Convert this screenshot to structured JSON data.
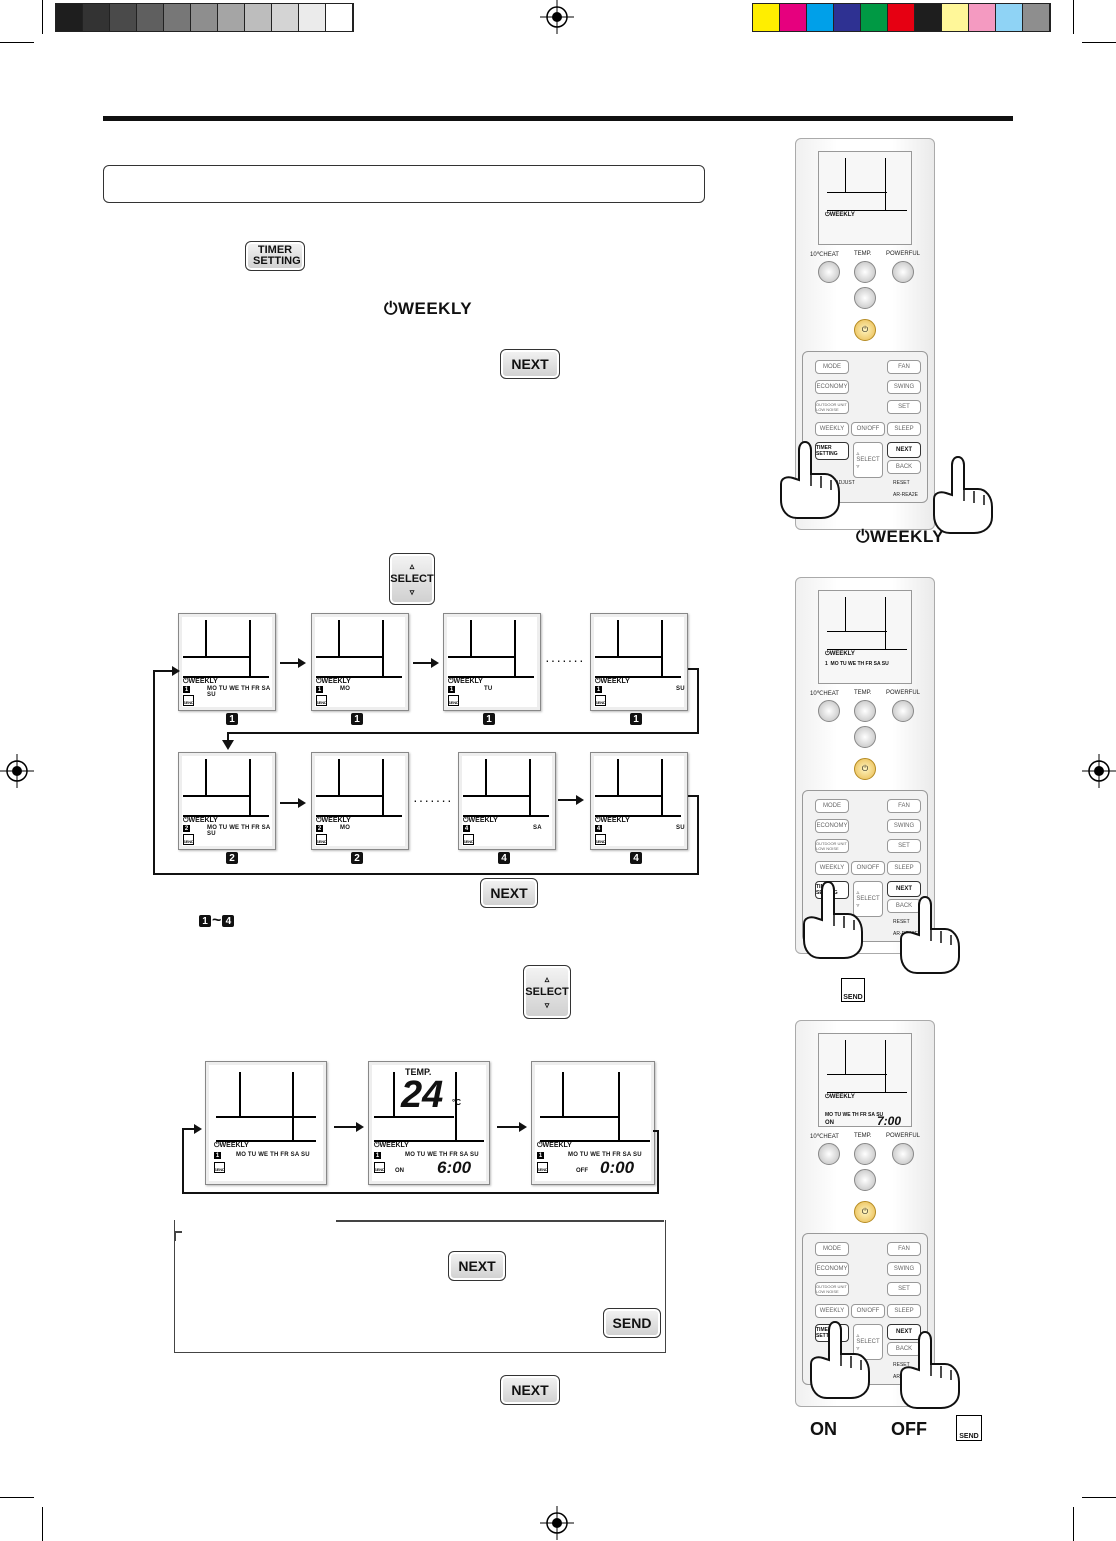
{
  "gray_bar": [
    "#1e1e1e",
    "#333333",
    "#4a4a4a",
    "#5f5f5f",
    "#777777",
    "#8e8e8e",
    "#a5a5a5",
    "#bdbdbd",
    "#d4d4d4",
    "#ebebeb",
    "#ffffff"
  ],
  "color_bar": [
    "#ffee00",
    "#e6007e",
    "#00a0e9",
    "#2e3192",
    "#009944",
    "#e60012",
    "#1e1e1e",
    "#fff799",
    "#f49ac1",
    "#8fd3f5",
    "#8e8e8e"
  ],
  "keys": {
    "timer_setting": "TIMER SETTING",
    "next": "NEXT",
    "select": "SELECT",
    "send": "SEND",
    "up_arrow": "▵",
    "down_arrow": "▿"
  },
  "labels": {
    "weekly": "WEEKLY",
    "range": "1~4",
    "on": "ON",
    "off": "OFF"
  },
  "lcd": {
    "weekly": "WEEKLY",
    "all_days": "MO TU WE TH FR SA SU",
    "mo": "MO",
    "tu": "TU",
    "sa": "SA",
    "su": "SU",
    "send": "SEND",
    "temp_label": "TEMP.",
    "temp_value": "24",
    "temp_unit": "°C",
    "on_text": "ON",
    "off_text": "OFF",
    "on_time": "6:00",
    "off_time": "0:00",
    "remote_time": "7:00"
  },
  "program_numbers": [
    "1",
    "1",
    "1",
    "1",
    "2",
    "2",
    "4",
    "4"
  ],
  "remote": {
    "heat": "10℃HEAT",
    "temp": "TEMP.",
    "powerful": "POWERFUL",
    "mode": "MODE",
    "fan": "FAN",
    "economy": "ECONOMY",
    "swing": "SWING",
    "low_noise": "OUTDOOR UNIT LOW NOISE",
    "set": "SET",
    "weekly": "WEEKLY",
    "onoff": "ON/OFF",
    "sleep": "SLEEP",
    "timer_setting": "TIMER SETTING",
    "select": "SELECT",
    "next": "NEXT",
    "back": "BACK",
    "clock_adjust": "CLOCK ADJUST",
    "reset": "RESET",
    "model": "AR-REA2E"
  }
}
